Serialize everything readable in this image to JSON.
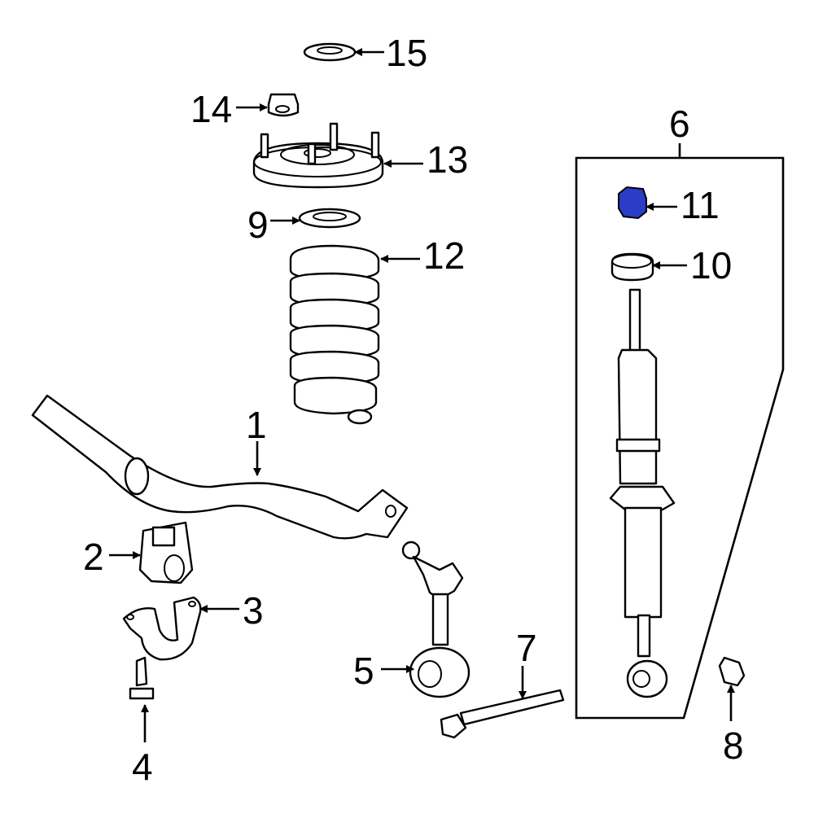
{
  "diagram": {
    "highlight_color": "#2b3cc7",
    "callouts": [
      {
        "id": "c1",
        "label": "1"
      },
      {
        "id": "c2",
        "label": "2"
      },
      {
        "id": "c3",
        "label": "3"
      },
      {
        "id": "c4",
        "label": "4"
      },
      {
        "id": "c5",
        "label": "5"
      },
      {
        "id": "c6",
        "label": "6"
      },
      {
        "id": "c7",
        "label": "7"
      },
      {
        "id": "c8",
        "label": "8"
      },
      {
        "id": "c9",
        "label": "9"
      },
      {
        "id": "c10",
        "label": "10"
      },
      {
        "id": "c11",
        "label": "11"
      },
      {
        "id": "c12",
        "label": "12"
      },
      {
        "id": "c13",
        "label": "13"
      },
      {
        "id": "c14",
        "label": "14"
      },
      {
        "id": "c15",
        "label": "15"
      }
    ],
    "highlighted_part": "11"
  }
}
